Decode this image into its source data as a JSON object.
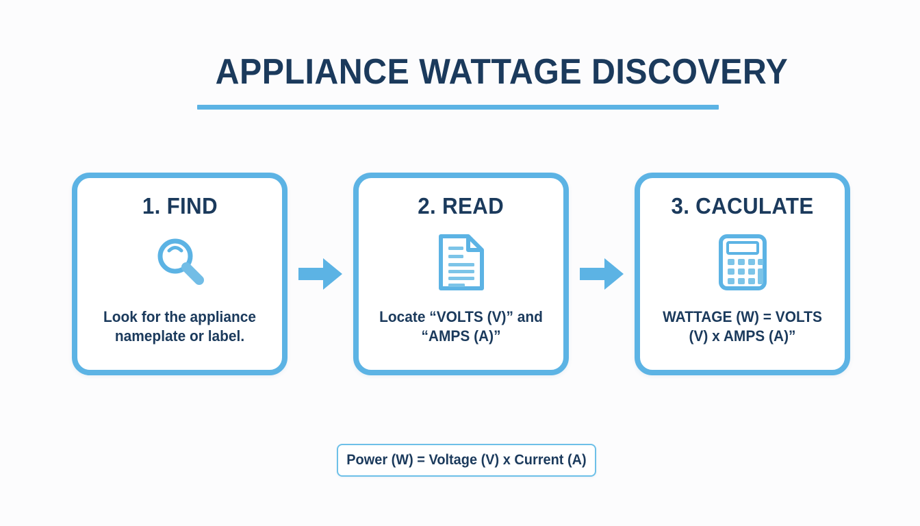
{
  "colors": {
    "background": "#fcfcfd",
    "accent_blue": "#5cb3e4",
    "accent_blue_light": "#6dc0e8",
    "navy_text": "#1b3a5c",
    "card_fill": "#ffffff"
  },
  "header": {
    "title": "APPLIANCE WATTAGE DISCOVERY"
  },
  "steps": [
    {
      "heading": "1. FIND",
      "icon": "magnifying-glass-icon",
      "text": "Look for the appliance nameplate or label."
    },
    {
      "heading": "2. READ",
      "icon": "document-icon",
      "text": "Locate “VOLTS (V)” and “AMPS (A)”"
    },
    {
      "heading": "3. CACULATE",
      "icon": "calculator-icon",
      "text": "WATTAGE (W) = VOLTS (V) x AMPS (A)”"
    }
  ],
  "connectors": [
    {
      "icon": "arrow-right-icon"
    },
    {
      "icon": "arrow-right-icon"
    }
  ],
  "formula": {
    "text": "Power (W) = Voltage (V) x Current (A)"
  }
}
